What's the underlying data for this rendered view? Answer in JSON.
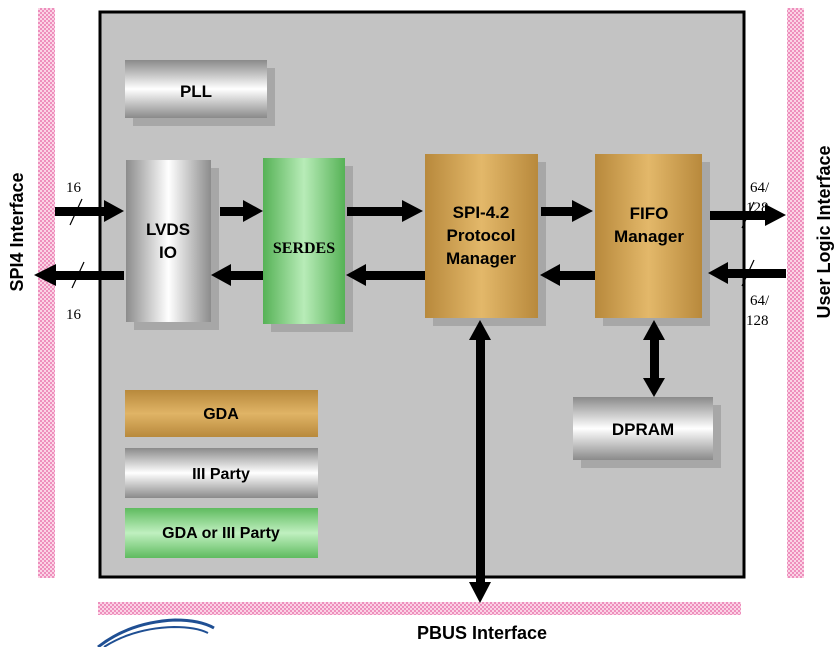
{
  "interfaces": {
    "left": "SPI4 Interface",
    "right": "User Logic Interface",
    "bottom": "PBUS Interface"
  },
  "blocks": {
    "pll": "PLL",
    "lvds_line1": "LVDS",
    "lvds_line2": "IO",
    "serdes": "SERDES",
    "spi_line1": "SPI-4.2",
    "spi_line2": "Protocol",
    "spi_line3": "Manager",
    "fifo_line1": "FIFO",
    "fifo_line2": "Manager",
    "dpram": "DPRAM"
  },
  "legend": {
    "gda": "GDA",
    "third_party": "III Party",
    "either": "GDA or III Party"
  },
  "bus_widths": {
    "left_in": "16",
    "left_out": "16",
    "right_out_1": "64/",
    "right_out_2": "128",
    "right_in_1": "64/",
    "right_in_2": "128"
  },
  "colors": {
    "gda": "#c49a4a",
    "third_party": "#b8b8b8",
    "either": "#7cc97c",
    "interface_strip": "#f4a9c9",
    "main_panel": "#c3c3c3"
  }
}
